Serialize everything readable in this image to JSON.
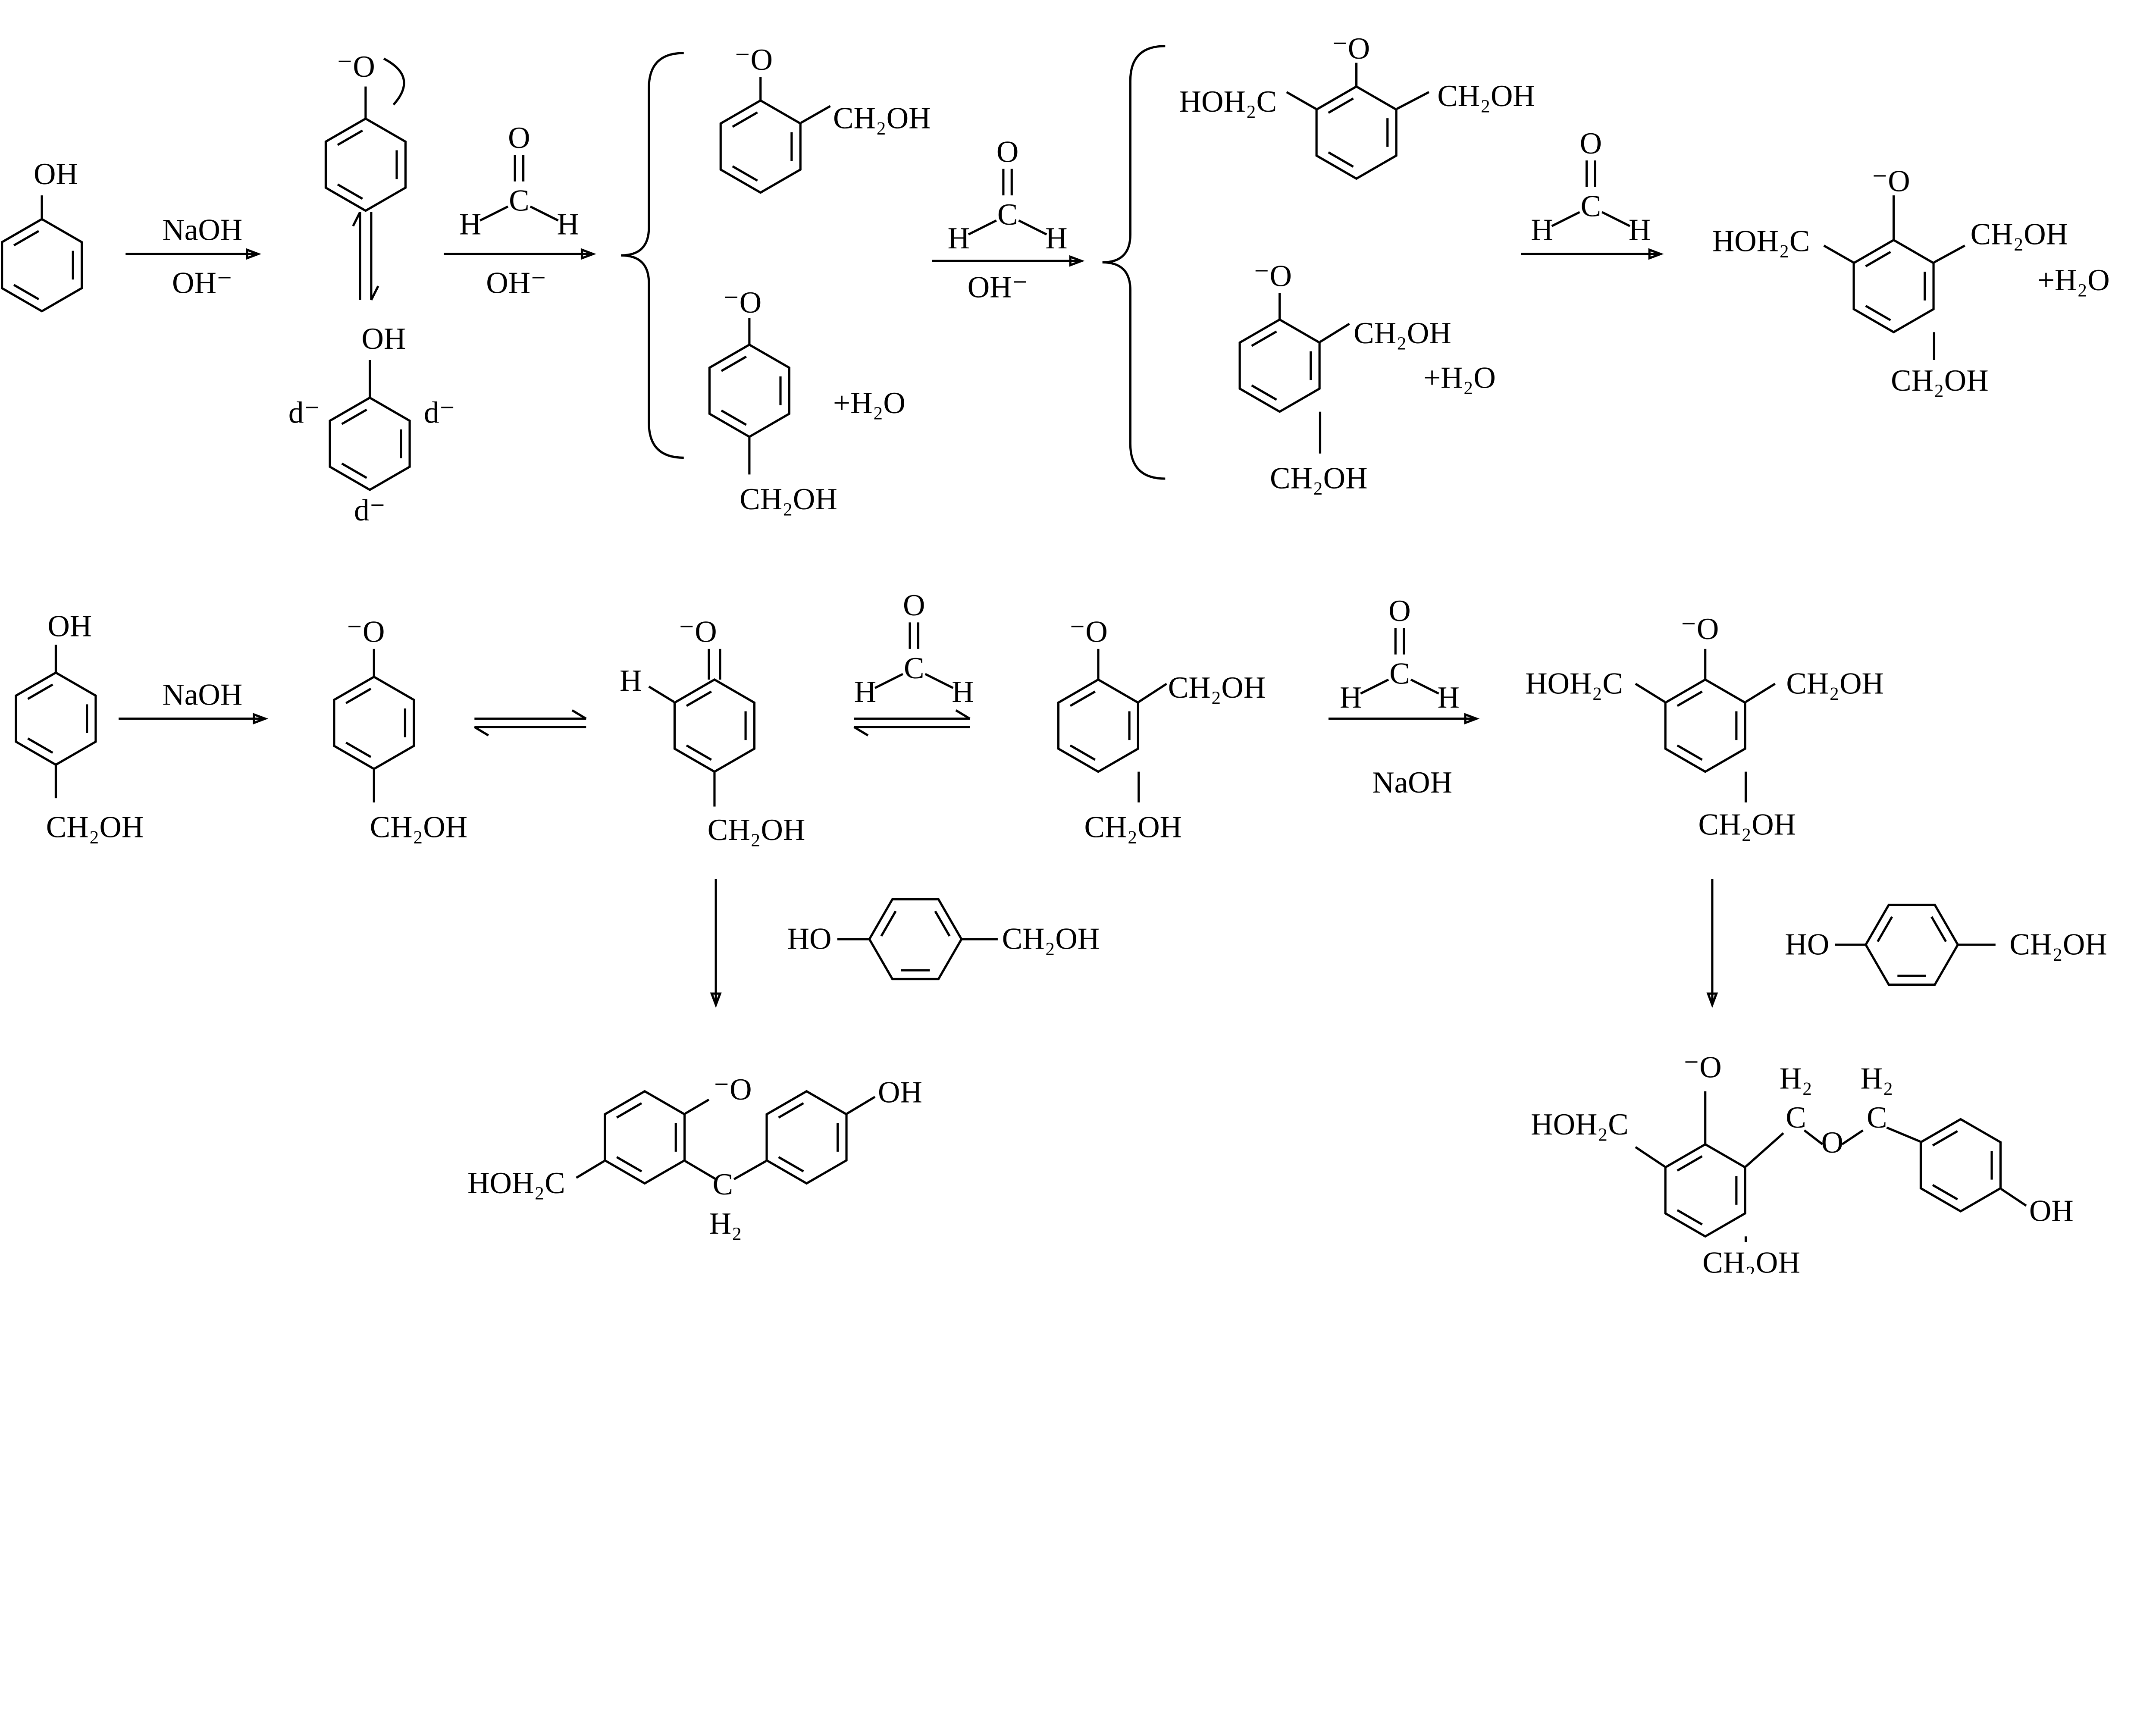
{
  "reagents": {
    "naoh": "NaOH",
    "oh_minus": "OH⁻",
    "water": "+H₂O",
    "formaldehyde": {
      "o": "O",
      "c": "C",
      "h": "H"
    }
  },
  "groups": {
    "oh": "OH",
    "ho": "HO",
    "phenoxide_o": "⁻O",
    "keto_o": "O",
    "h": "H",
    "ch2oh": "CH₂OH",
    "hoh2c": "HOH₂C",
    "delta_minus": "d⁻",
    "ch2_c": "C",
    "ch2_h2": "H₂",
    "ether_o": "O"
  }
}
